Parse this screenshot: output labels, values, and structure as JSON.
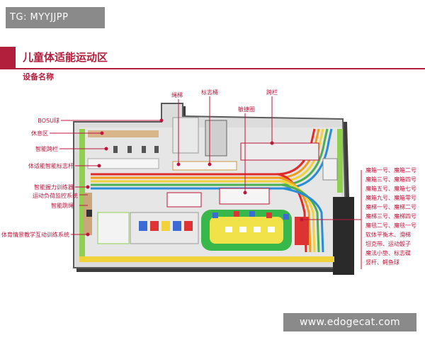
{
  "watermark_top": "TG: MYYJJPP",
  "watermark_bottom": "www.edogecat.com",
  "header": {
    "title": "儿童体适能运动区",
    "subtitle": "设备名称"
  },
  "left_labels": [
    "BOSU球",
    "休息区",
    "智能跨栏",
    "体适能智能标志杆",
    "智能握力训练器",
    "运动负荷监控系统",
    "智能跳绳",
    "体育情景教学互动训练系统"
  ],
  "top_labels": [
    "绳梯",
    "标志桶",
    "敏捷圈",
    "跨栏"
  ],
  "right_labels": [
    "魔箱一号、魔箱二号",
    "魔箱三号、魔箱四号",
    "魔箱五号、魔箱七号",
    "魔箱九号、魔箱零号",
    "魔梯一号、魔梯二号",
    "魔梯三号、魔梯四号",
    "魔毯二号、魔毯一号",
    "软体平衡木、滑梯",
    "坦克带、运动骰子",
    "魔法小垫、标志碟",
    "竖杆、鳄鱼球"
  ],
  "colors": {
    "accent": "#b21f3d",
    "label": "#c0143c",
    "watermark_bg": "#8a8a8a"
  }
}
